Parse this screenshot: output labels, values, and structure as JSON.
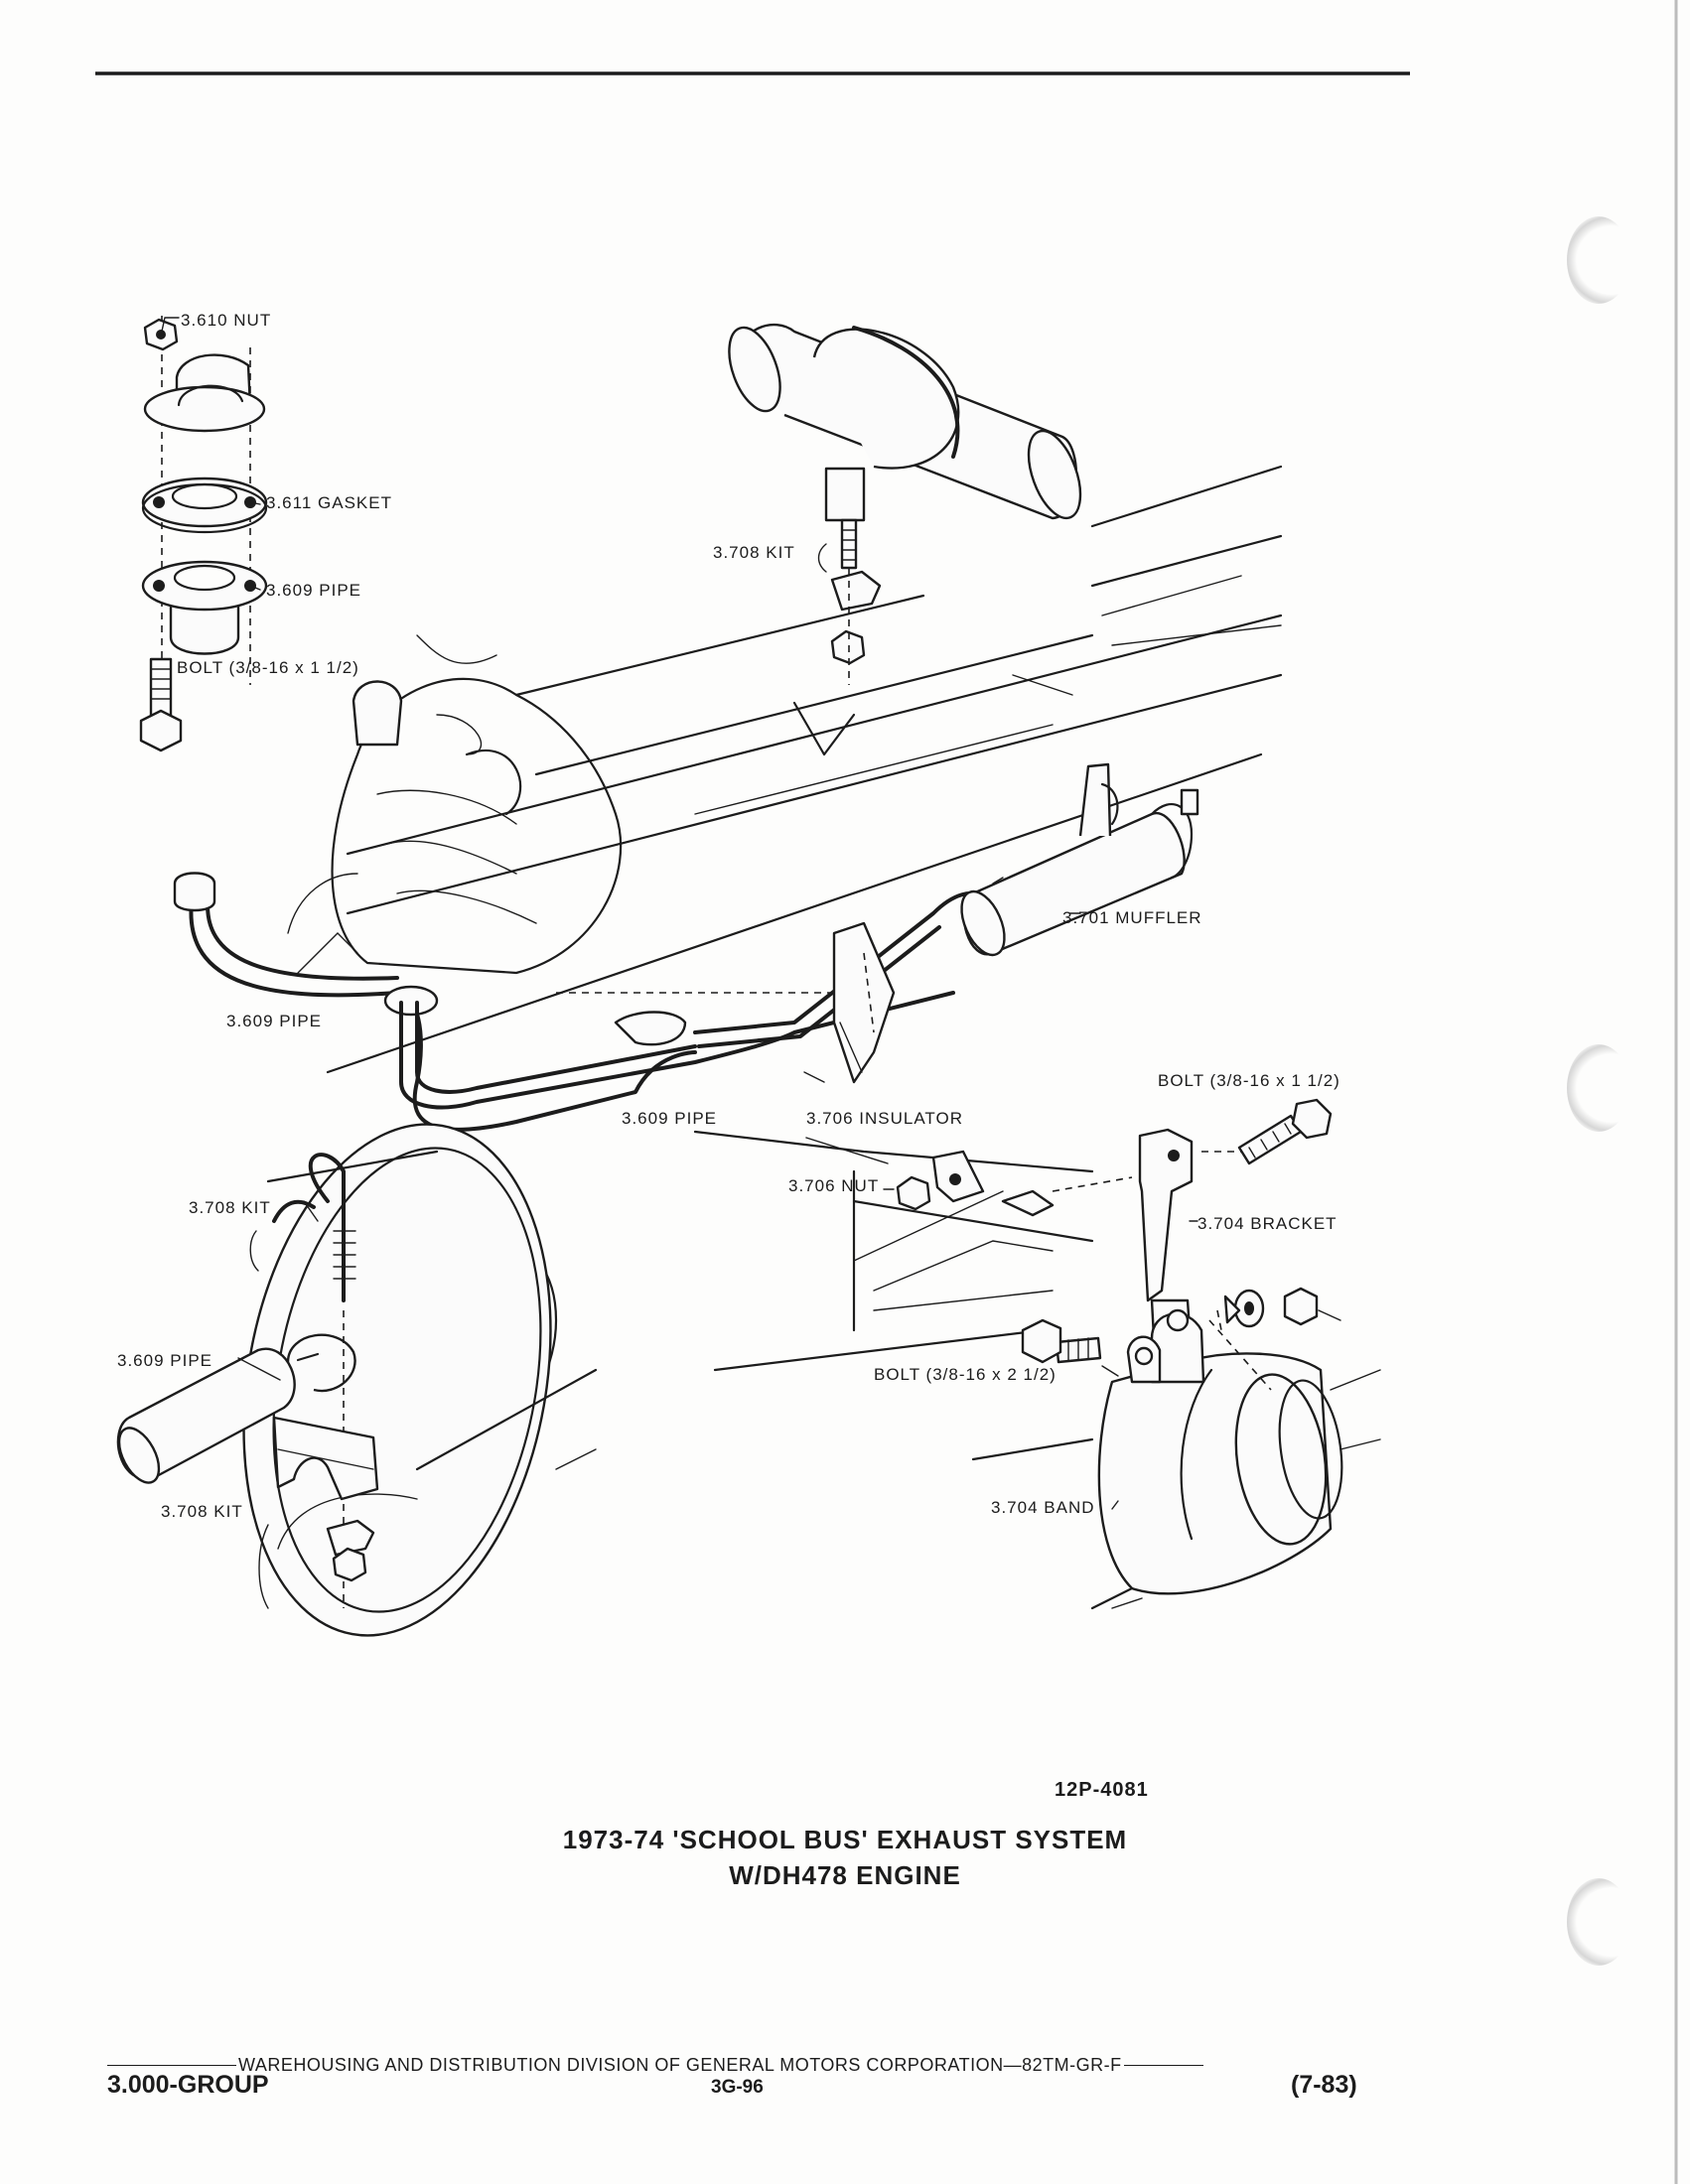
{
  "labels": {
    "nut_3610": "3.610 NUT",
    "gasket_3611": "3.611 GASKET",
    "pipe_3609_top": "3.609 PIPE",
    "bolt_top": "BOLT (3/8-16 x 1 1/2)",
    "kit_3708_top": "3.708 KIT",
    "muffler_3701": "3.701 MUFFLER",
    "pipe_3609_left": "3.609 PIPE",
    "pipe_3609_bottom": "3.609 PIPE",
    "insulator_3706": "3.706 INSULATOR",
    "nut_3706": "3.706 NUT",
    "bolt_right": "BOLT (3/8-16 x 1 1/2)",
    "bracket_3704": "3.704 BRACKET",
    "kit_3708_hook": "3.708 KIT",
    "pipe_3609_detail": "3.609 PIPE",
    "bolt_band": "BOLT (3/8-16 x 2 1/2)",
    "kit_3708_clamp": "3.708 KIT",
    "band_3704": "3.704 BAND"
  },
  "figure_id": "12P-4081",
  "caption": {
    "line1": "1973-74 'SCHOOL BUS' EXHAUST SYSTEM",
    "line2": "W/DH478 ENGINE"
  },
  "footer": {
    "text": "WAREHOUSING AND DISTRIBUTION  DIVISION OF GENERAL MOTORS CORPORATION—82TM-GR-F",
    "group": "3.000-GROUP",
    "page_number": "3G-96",
    "revision": "(7-83)"
  }
}
